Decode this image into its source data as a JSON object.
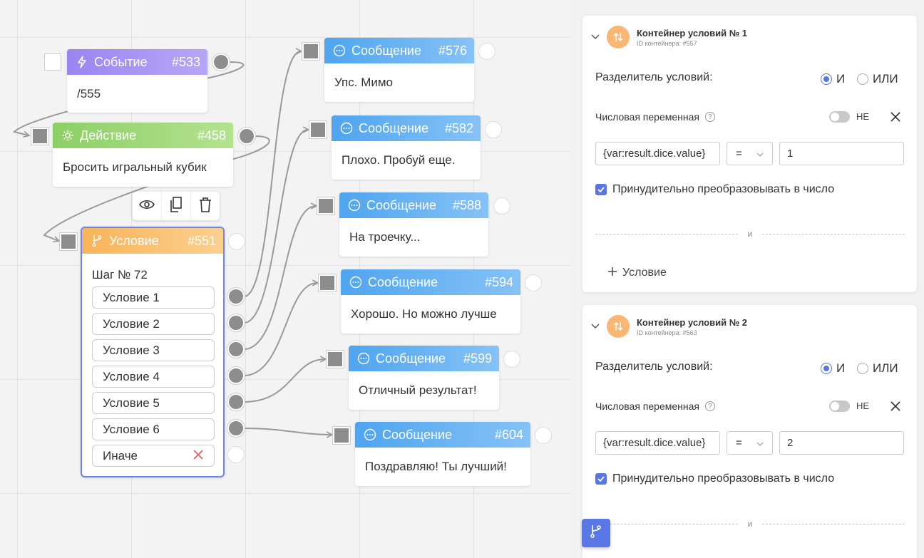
{
  "canvas": {
    "event_node": {
      "title": "Событие",
      "number": "#533",
      "text": "/555"
    },
    "action_node": {
      "title": "Действие",
      "number": "#458",
      "text": "Бросить игральный кубик"
    },
    "condition_node": {
      "title": "Условие",
      "number": "#551",
      "step": "Шаг № 72",
      "items": [
        "Условие 1",
        "Условие 2",
        "Условие 3",
        "Условие 4",
        "Условие 5",
        "Условие 6"
      ],
      "else_label": "Иначе"
    },
    "messages": [
      {
        "title": "Сообщение",
        "number": "#576",
        "text": "Упс. Мимо"
      },
      {
        "title": "Сообщение",
        "number": "#582",
        "text": "Плохо. Пробуй еще."
      },
      {
        "title": "Сообщение",
        "number": "#588",
        "text": "На троечку..."
      },
      {
        "title": "Сообщение",
        "number": "#594",
        "text": "Хорошо. Но можно лучше"
      },
      {
        "title": "Сообщение",
        "number": "#599",
        "text": "Отличный результат!"
      },
      {
        "title": "Сообщение",
        "number": "#604",
        "text": "Поздравляю! Ты лучший!"
      }
    ],
    "toolbar": {
      "view_icon": "eye-icon",
      "copy_icon": "copy-icon",
      "delete_icon": "trash-icon"
    }
  },
  "panel": {
    "containers": [
      {
        "title": "Контейнер условий № 1",
        "id_label": "ID контейнера: #557",
        "separator_label": "Разделитель условий:",
        "and_label": "И",
        "or_label": "ИЛИ",
        "selected": "and",
        "var_type_label": "Числовая переменная",
        "help_glyph": "?",
        "not_label": "НЕ",
        "variable": "{var:result.dice.value}",
        "operator": "=",
        "value": "1",
        "force_number_label": "Принудительно преобразовывать в число",
        "force_number_checked": true,
        "divider_label": "и",
        "add_label": "Условие"
      },
      {
        "title": "Контейнер условий № 2",
        "id_label": "ID контейнера: #563",
        "separator_label": "Разделитель условий:",
        "and_label": "И",
        "or_label": "ИЛИ",
        "selected": "and",
        "var_type_label": "Числовая переменная",
        "help_glyph": "?",
        "not_label": "НЕ",
        "variable": "{var:result.dice.value}",
        "operator": "=",
        "value": "2",
        "force_number_label": "Принудительно преобразовывать в число",
        "force_number_checked": true,
        "divider_label": "и"
      }
    ]
  },
  "colors": {
    "event": "#9a85f2",
    "action": "#8ccf66",
    "message": "#4fa5ef",
    "condition": "#f8b458",
    "selection": "#6b86e8",
    "accent": "#5a76e0",
    "wire": "#999999"
  }
}
